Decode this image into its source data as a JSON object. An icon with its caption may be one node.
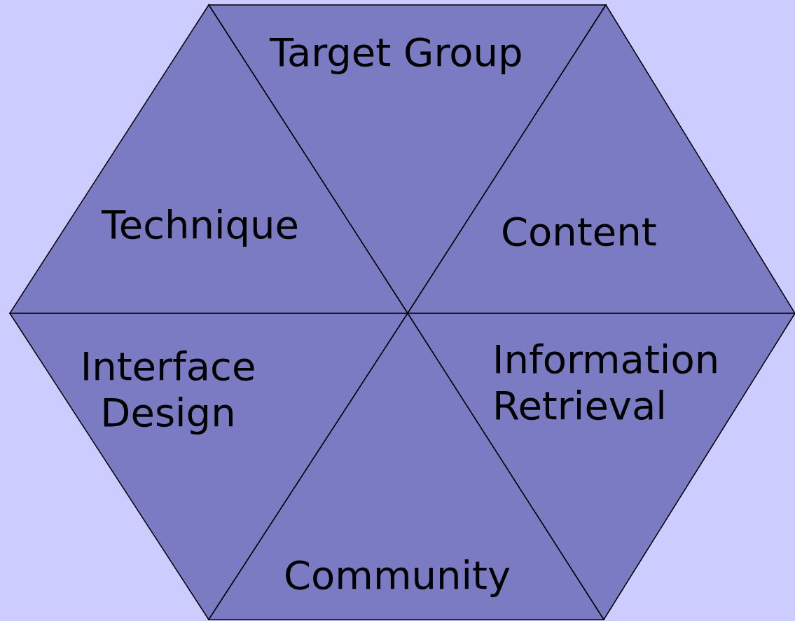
{
  "diagram": {
    "nodes": [
      {
        "text": [
          "Target Group"
        ]
      },
      {
        "text": [
          "Technique"
        ]
      },
      {
        "text": [
          "Content"
        ]
      },
      {
        "text": [
          "Interface Design"
        ]
      },
      {
        "text": [
          "Information Retrieval"
        ]
      },
      {
        "text": [
          "Community"
        ]
      }
    ]
  }
}
